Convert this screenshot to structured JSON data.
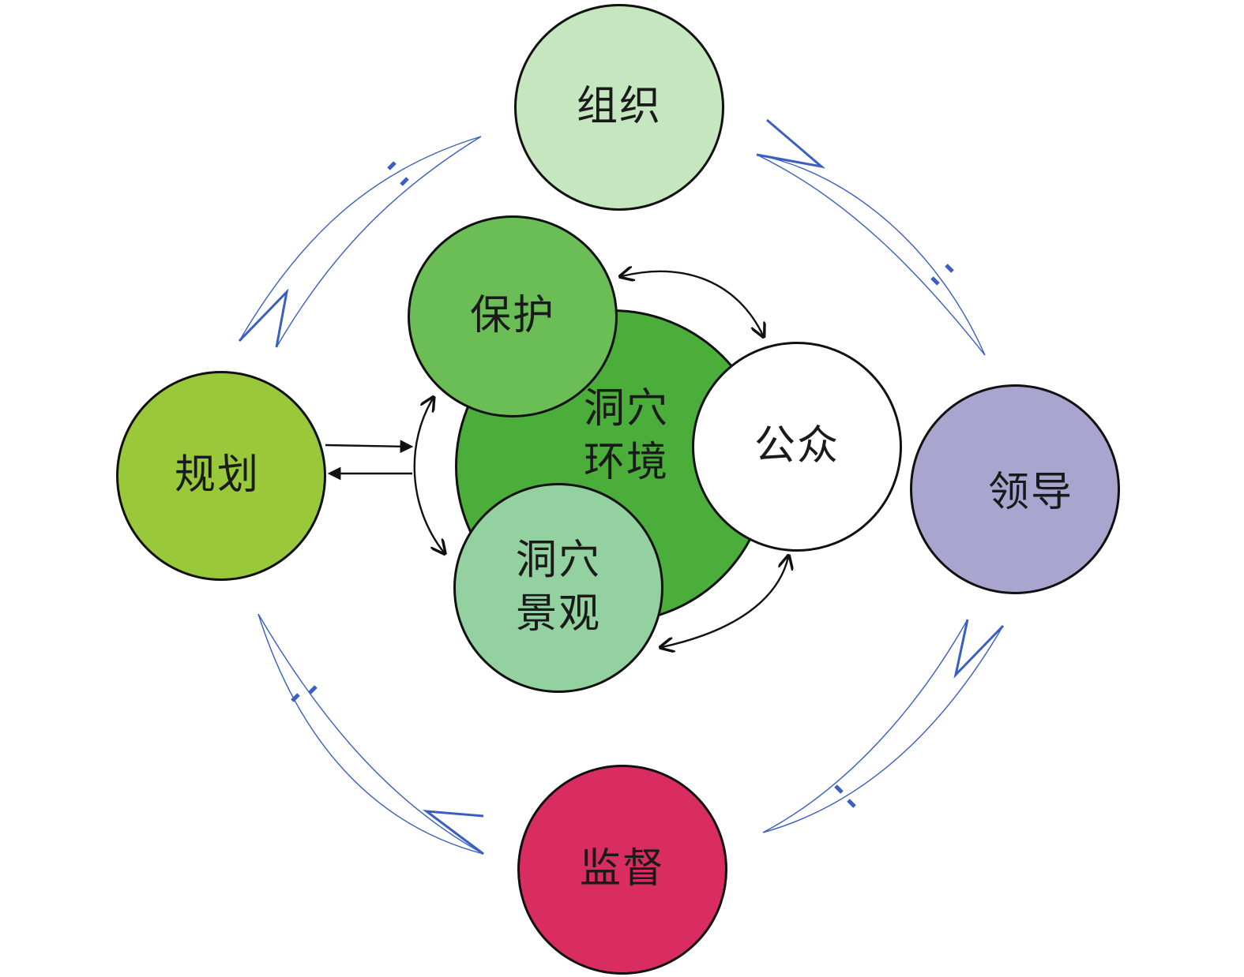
{
  "colors": {
    "organization": "#c5e6be",
    "planning": "#99c83b",
    "leadership": "#a9a5cf",
    "supervision": "#d92c61",
    "protection": "#6bbd56",
    "cave_environment": "#4cae3a",
    "cave_landscape": "#93d1a0",
    "public": "#ffffff",
    "outer_arrow": "#3a5fc0",
    "inner_arrow": "#111111"
  },
  "nodes": {
    "organization": "组织",
    "planning": "规划",
    "leadership": "领导",
    "supervision": "监督",
    "protection": "保护",
    "cave_environment": "洞穴\n环境",
    "cave_landscape": "洞穴\n景观",
    "public": "公众"
  }
}
